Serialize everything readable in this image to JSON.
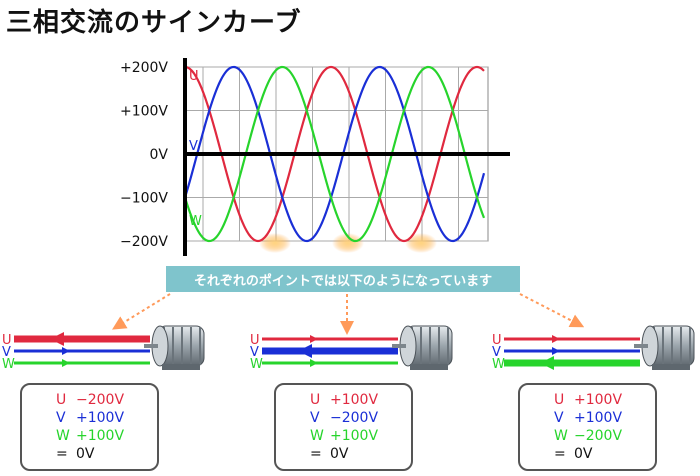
{
  "title": "三相交流のサインカーブ",
  "chart_data": {
    "type": "line",
    "ylabels": [
      "+200V",
      "+100V",
      "0V",
      "−100V",
      "−200V"
    ],
    "yvalues": [
      200,
      100,
      0,
      -100,
      -200
    ],
    "amplitude": 200,
    "phase_deg": {
      "U": 90,
      "V": -30,
      "W": 210
    },
    "cycles": 2,
    "series": [
      {
        "name": "U",
        "color": "#e0293f"
      },
      {
        "name": "V",
        "color": "#1a2fd6"
      },
      {
        "name": "W",
        "color": "#27d42c"
      }
    ]
  },
  "banner": "それぞれのポイントでは以下のようになっています",
  "panels": [
    {
      "u": "U",
      "v": "V",
      "w": "W",
      "values": [
        {
          "k": "U",
          "v": "−200V",
          "color": "#e0293f"
        },
        {
          "k": "V",
          "v": "+100V",
          "color": "#1a2fd6"
        },
        {
          "k": "W",
          "v": "+100V",
          "color": "#27d42c"
        },
        {
          "k": "=",
          "v": "0V",
          "color": "#111111"
        }
      ]
    },
    {
      "u": "U",
      "v": "V",
      "w": "W",
      "values": [
        {
          "k": "U",
          "v": "+100V",
          "color": "#e0293f"
        },
        {
          "k": "V",
          "v": "−200V",
          "color": "#1a2fd6"
        },
        {
          "k": "W",
          "v": "+100V",
          "color": "#27d42c"
        },
        {
          "k": "=",
          "v": "0V",
          "color": "#111111"
        }
      ]
    },
    {
      "u": "U",
      "v": "V",
      "w": "W",
      "values": [
        {
          "k": "U",
          "v": "+100V",
          "color": "#e0293f"
        },
        {
          "k": "V",
          "v": "+100V",
          "color": "#1a2fd6"
        },
        {
          "k": "W",
          "v": "−200V",
          "color": "#27d42c"
        },
        {
          "k": "=",
          "v": "0V",
          "color": "#111111"
        }
      ]
    }
  ]
}
